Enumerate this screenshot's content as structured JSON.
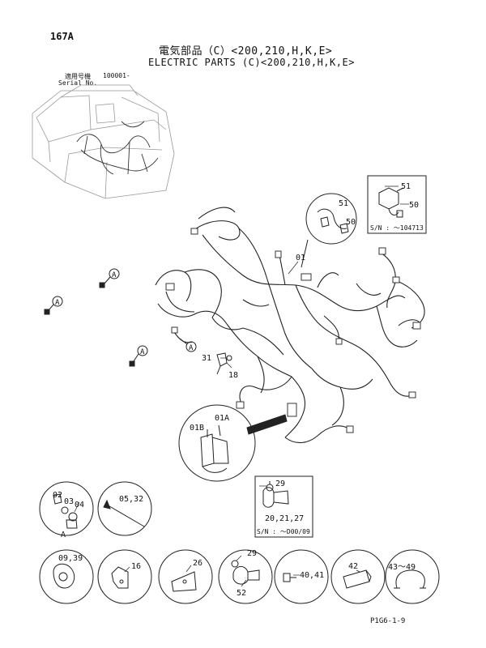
{
  "header": {
    "page_number": "167A",
    "title_ja": "電気部品（C）<200,210,H,K,E>",
    "title_en": "ELECTRIC PARTS (C)<200,210,H,K,E>",
    "serial_label_ja": "適用号機",
    "serial_value": "100001-",
    "serial_label_en": "Serial No."
  },
  "callouts": {
    "ref_a": "A",
    "p01": "01",
    "p01a": "01A",
    "p01b": "01B",
    "p31": "31",
    "p18": "18",
    "p51": "51",
    "p50": "50",
    "p02": "02",
    "p03": "03",
    "p04": "04",
    "p05_32": "05,32",
    "p29": "29",
    "p20_21_27": "20,21,27",
    "p09_39": "09,39",
    "p16": "16",
    "p26": "26",
    "p52": "52",
    "p40_41": "40,41",
    "p42": "42",
    "p43_49": "43～49"
  },
  "inset_notes": {
    "sn_upper": "S/N : ～104713",
    "sn_lower": "S/N : ～D00/09"
  },
  "footer": {
    "code": "P1G6-1-9"
  }
}
